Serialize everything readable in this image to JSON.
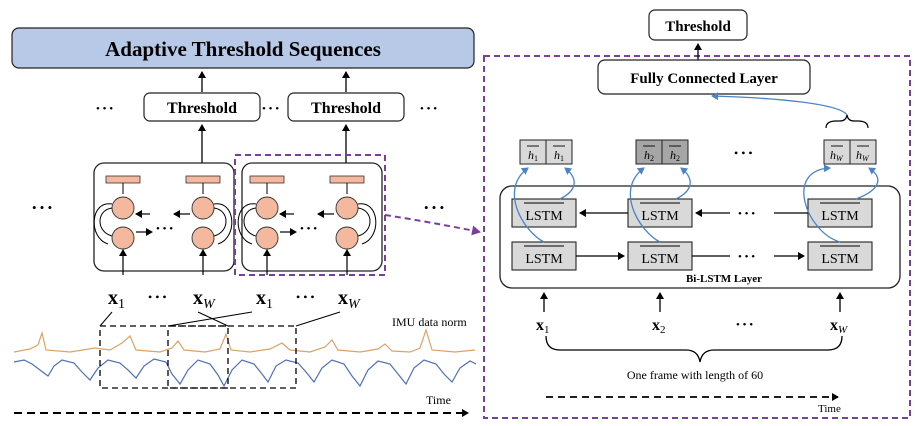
{
  "left": {
    "banner_title": "Adaptive Threshold Sequences",
    "threshold_label": "Threshold",
    "ellipsis": "• • •",
    "inputs": {
      "x1_base": "x",
      "x1_sub": "1",
      "xw_base": "x",
      "xw_sub": "W"
    },
    "signal_label": "IMU data norm",
    "time_label": "Time"
  },
  "right": {
    "threshold_label": "Threshold",
    "fc_label": "Fully Connected Layer",
    "lstm_label": "LSTM",
    "bilstm_label": "Bi-LSTM Layer",
    "ellipsis": "• • •",
    "hidden": [
      {
        "sub": "1"
      },
      {
        "sub": "2"
      },
      {
        "sub": "W"
      }
    ],
    "h_letter": "h",
    "inputs": [
      {
        "base": "x",
        "sub": "1"
      },
      {
        "base": "x",
        "sub": "2"
      },
      {
        "base": "x",
        "sub": "W"
      }
    ],
    "frame_label": "One frame with length of 60",
    "time_label": "Time"
  },
  "colors": {
    "banner_fill": "#b7c9e6",
    "purple_dash": "#7b3f9a",
    "cell_fill": "#f3b89e",
    "signal_orange": "#d9a36b",
    "signal_blue": "#4f6fb8",
    "blue_arrow": "#4a84c4",
    "lstm_fill": "#d9d9d9"
  }
}
